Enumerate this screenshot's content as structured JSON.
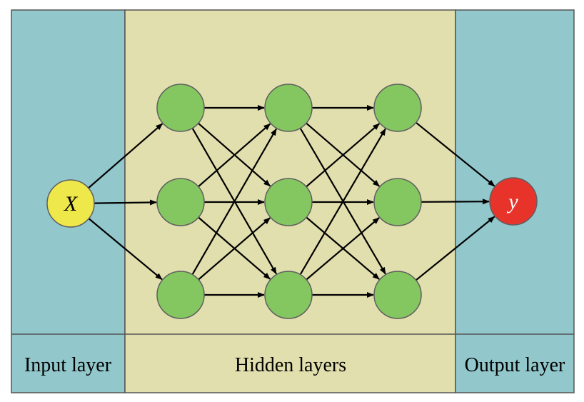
{
  "colors": {
    "input_region": "#92c7cc",
    "hidden_region": "#e2dfae",
    "output_region": "#92c7cc",
    "region_border": "#555555",
    "input_node": "#eee84a",
    "hidden_node": "#84c761",
    "output_node": "#e8332b",
    "node_stroke": "#5f5f5f",
    "edge": "#000000"
  },
  "regions": {
    "input": {
      "label": "Input layer"
    },
    "hidden": {
      "label": "Hidden layers"
    },
    "output": {
      "label": "Output layer"
    }
  },
  "nodes": {
    "input": {
      "label": "X"
    },
    "output": {
      "label": "y"
    }
  },
  "network": {
    "hidden_layers": 3,
    "neurons_per_hidden_layer": 3,
    "connectivity": "fully-connected"
  }
}
